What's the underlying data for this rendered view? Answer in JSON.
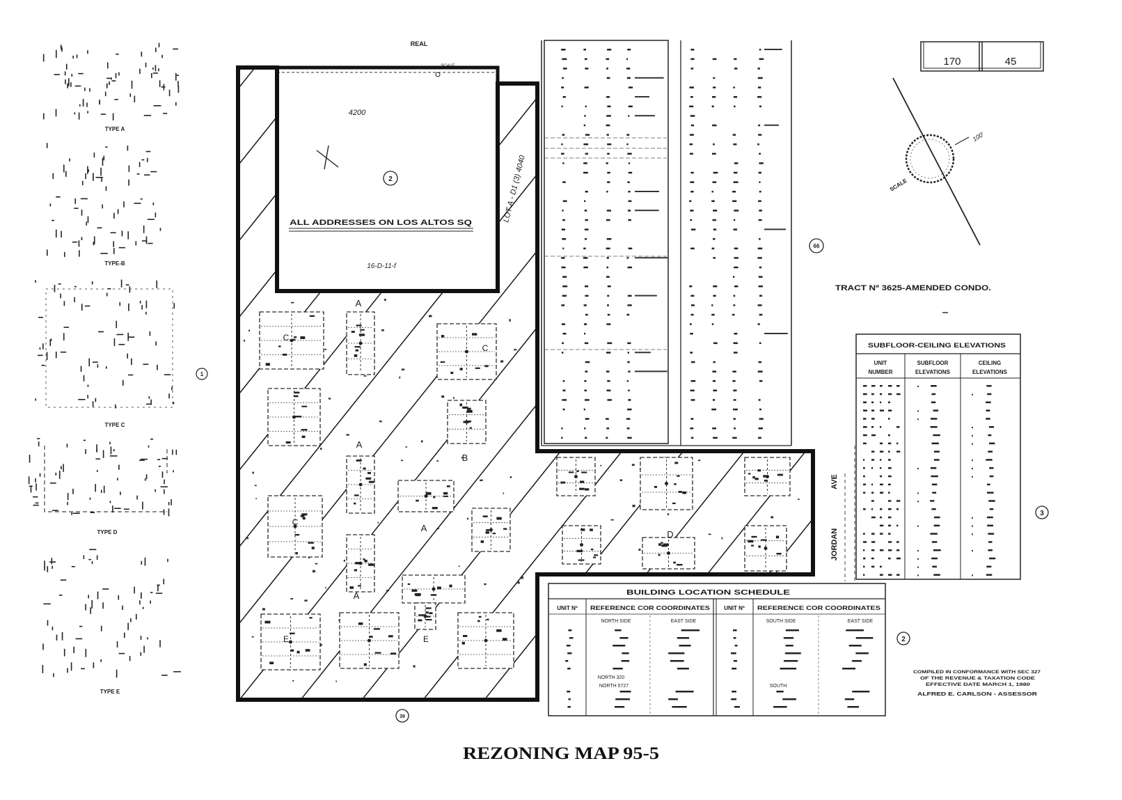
{
  "caption": "REZONING MAP 95-5",
  "map": {
    "top_label": "REAL",
    "scale_label": "SCALE",
    "lot_number": "4200",
    "lot_circle": "2",
    "addresses_note": "ALL ADDRESSES ON LOS ALTOS SQ",
    "lot_code": "16-D-11-f",
    "strip_note": "LOT A - D1 (3) 4040",
    "letters": [
      "A",
      "A",
      "B",
      "A",
      "A",
      "C",
      "C",
      "C",
      "D",
      "E",
      "E"
    ],
    "street_name": "JORDAN",
    "street_suffix": "AVE",
    "parcel_circles": [
      "66",
      "1",
      "3",
      "2",
      "39"
    ]
  },
  "book_page": {
    "book": "170",
    "page": "45"
  },
  "scale_rose": {
    "label": "SCALE",
    "distance": "100'"
  },
  "tract_note": "TRACT Nº 3625-AMENDED CONDO.",
  "unit_types": [
    "TYPE A",
    "TYPE-B",
    "TYPE C",
    "TYPE D",
    "TYPE E"
  ],
  "elevations_table": {
    "title": "SUBFLOOR-CEILING ELEVATIONS",
    "headers": [
      [
        "UNIT",
        "NUMBER"
      ],
      [
        "SUBFLOOR",
        "ELEVATIONS"
      ],
      [
        "CEILING",
        "ELEVATIONS"
      ]
    ]
  },
  "location_schedule": {
    "title": "BUILDING LOCATION SCHEDULE",
    "headers": [
      "UNIT Nº",
      "REFERENCE COR COORDINATES",
      "UNIT Nº",
      "REFERENCE COR COORDINATES"
    ],
    "subheaders": [
      "NORTH SIDE",
      "EAST SIDE",
      "SOUTH SIDE",
      "EAST SIDE"
    ],
    "row_labels": [
      "NORTH 320",
      "NORTH 5727",
      "SOUTH"
    ]
  },
  "assessor_note": [
    "COMPILED IN CONFORMANCE WITH SEC 327",
    "OF THE REVENUE & TAXATION CODE",
    "EFFECTIVE DATE MARCH 1, 1980",
    "ALFRED E. CARLSON - ASSESSOR"
  ]
}
